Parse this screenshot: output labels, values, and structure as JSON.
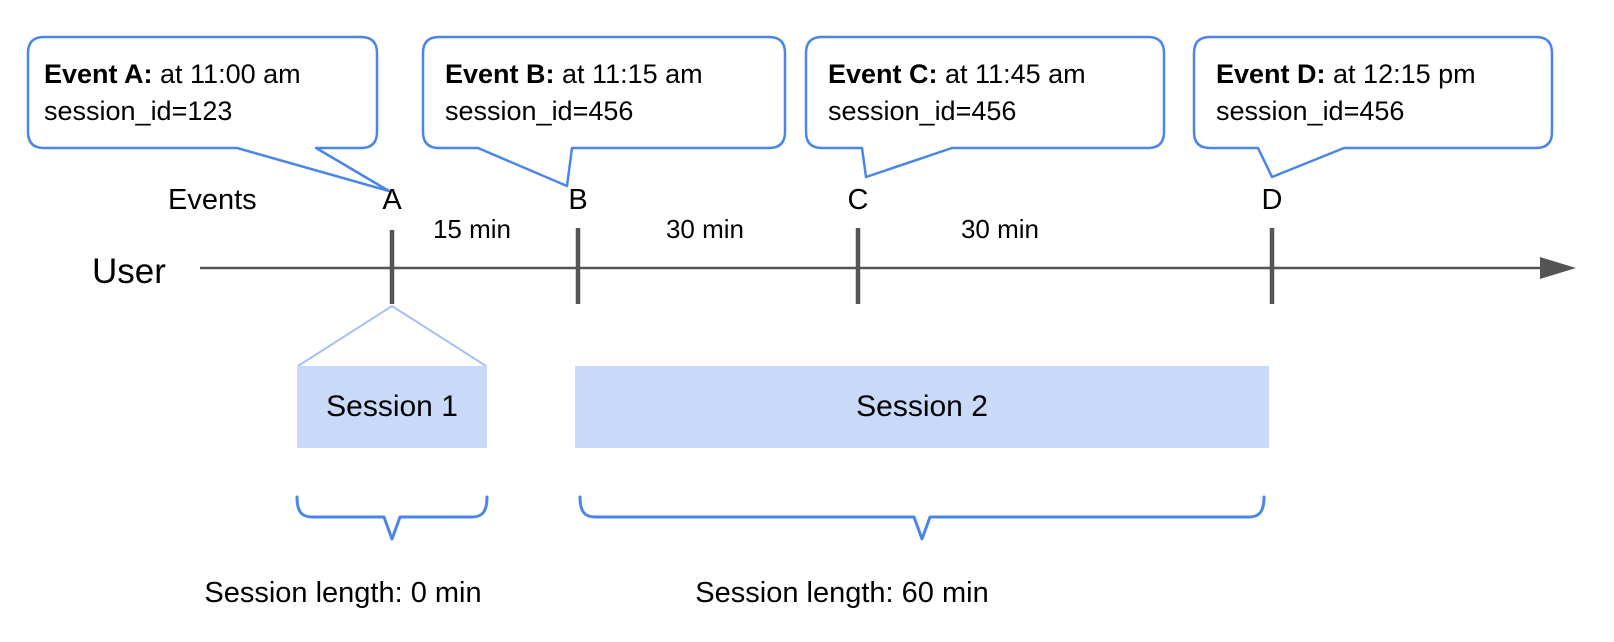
{
  "callouts": [
    {
      "title": "Event A:",
      "time": " at 11:00 am",
      "session": "session_id=123"
    },
    {
      "title": "Event B:",
      "time": " at 11:15 am",
      "session": "session_id=456"
    },
    {
      "title": "Event C:",
      "time": " at 11:45 am",
      "session": "session_id=456"
    },
    {
      "title": "Event D:",
      "time": " at 12:15 pm",
      "session": "session_id=456"
    }
  ],
  "timeline": {
    "events_label": "Events",
    "user_label": "User",
    "event_letters": [
      "A",
      "B",
      "C",
      "D"
    ],
    "intervals": [
      "15 min",
      "30 min",
      "30 min"
    ]
  },
  "sessions": [
    {
      "label": "Session 1",
      "length_label": "Session length: 0 min"
    },
    {
      "label": "Session 2",
      "length_label": "Session length: 60 min"
    }
  ],
  "colors": {
    "accent_blue": "#4a86e8",
    "light_blue_fill": "#c9daf8",
    "funnel_blue": "#a4c2f4",
    "line_gray": "#555555"
  }
}
